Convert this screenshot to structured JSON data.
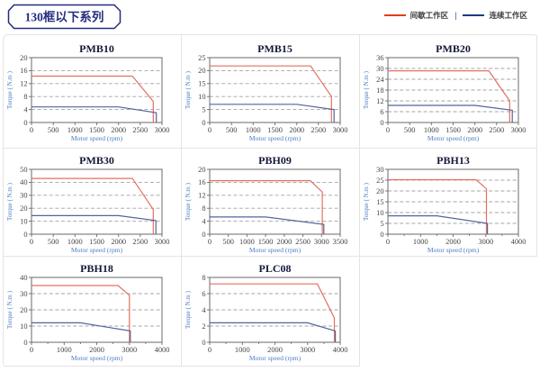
{
  "page": {
    "badge": "130框以下系列"
  },
  "legend": {
    "items": [
      {
        "label": "间歇工作区",
        "color": "#e23c17"
      },
      {
        "label": "连续工作区",
        "color": "#1d3a83"
      }
    ],
    "separator": "|"
  },
  "colors": {
    "red_curve": "#e3705e",
    "blue_curve": "#55639c",
    "grid_line": "#a5a5a5",
    "plot_border": "#6a6a6a",
    "title": "#14183a",
    "tick_text": "#444444",
    "axis_label": "#4d7cc2",
    "badge": "#232d7e",
    "cell_border": "#e4e4e4"
  },
  "chart_data": [
    {
      "name": "PMB10",
      "type": "line",
      "xlabel": "Motor speed (rpm)",
      "ylabel": "Torque ( N.m )",
      "xlim": [
        0,
        3000
      ],
      "xtick": 500,
      "ylim": [
        0,
        20
      ],
      "ytick": 4,
      "series": [
        {
          "name": "间歇工作区",
          "color_key": "red_curve",
          "points": [
            [
              0,
              14.3
            ],
            [
              2320,
              14.3
            ],
            [
              2800,
              6.5
            ],
            [
              2800,
              0
            ]
          ]
        },
        {
          "name": "连续工作区",
          "color_key": "blue_curve",
          "points": [
            [
              0,
              4.8
            ],
            [
              2000,
              4.8
            ],
            [
              2870,
              3.0
            ],
            [
              2870,
              0
            ]
          ]
        }
      ]
    },
    {
      "name": "PMB15",
      "type": "line",
      "xlabel": "Motor speed (rpm)",
      "ylabel": "Torque ( N.m )",
      "xlim": [
        0,
        3000
      ],
      "xtick": 500,
      "ylim": [
        0,
        25
      ],
      "ytick": 5,
      "series": [
        {
          "name": "间歇工作区",
          "color_key": "red_curve",
          "points": [
            [
              0,
              21.8
            ],
            [
              2320,
              21.8
            ],
            [
              2800,
              10
            ],
            [
              2800,
              0
            ]
          ]
        },
        {
          "name": "连续工作区",
          "color_key": "blue_curve",
          "points": [
            [
              0,
              7
            ],
            [
              2000,
              7
            ],
            [
              2860,
              5
            ],
            [
              2860,
              0
            ]
          ]
        }
      ]
    },
    {
      "name": "PMB20",
      "type": "line",
      "xlabel": "Motor speed (rpm)",
      "ylabel": "Torque ( N.m )",
      "xlim": [
        0,
        3000
      ],
      "xtick": 500,
      "ylim": [
        0,
        36
      ],
      "ytick": 6,
      "series": [
        {
          "name": "间歇工作区",
          "color_key": "red_curve",
          "points": [
            [
              0,
              28.7
            ],
            [
              2320,
              28.7
            ],
            [
              2800,
              12
            ],
            [
              2800,
              0
            ]
          ]
        },
        {
          "name": "连续工作区",
          "color_key": "blue_curve",
          "points": [
            [
              0,
              9.5
            ],
            [
              2000,
              9.5
            ],
            [
              2860,
              6.8
            ],
            [
              2860,
              0
            ]
          ]
        }
      ]
    },
    {
      "name": "PMB30",
      "type": "line",
      "xlabel": "Motor speed (rpm)",
      "ylabel": "Torque ( N.m )",
      "xlim": [
        0,
        3000
      ],
      "xtick": 500,
      "ylim": [
        0,
        50
      ],
      "ytick": 10,
      "series": [
        {
          "name": "间歇工作区",
          "color_key": "red_curve",
          "points": [
            [
              0,
              43
            ],
            [
              2320,
              43
            ],
            [
              2800,
              19
            ],
            [
              2800,
              0
            ]
          ]
        },
        {
          "name": "连续工作区",
          "color_key": "blue_curve",
          "points": [
            [
              0,
              14.3
            ],
            [
              2000,
              14.3
            ],
            [
              2860,
              10.5
            ],
            [
              2860,
              0
            ]
          ]
        }
      ]
    },
    {
      "name": "PBH09",
      "type": "line",
      "xlabel": "Motor speed (rpm)",
      "ylabel": "Torque ( N.m )",
      "xlim": [
        0,
        3500
      ],
      "xtick": 500,
      "ylim": [
        0,
        20
      ],
      "ytick": 4,
      "series": [
        {
          "name": "间歇工作区",
          "color_key": "red_curve",
          "points": [
            [
              0,
              16.5
            ],
            [
              2700,
              16.5
            ],
            [
              3020,
              13
            ],
            [
              3020,
              0
            ]
          ]
        },
        {
          "name": "连续工作区",
          "color_key": "blue_curve",
          "points": [
            [
              0,
              5.3
            ],
            [
              1500,
              5.3
            ],
            [
              3060,
              3
            ],
            [
              3060,
              0
            ]
          ]
        }
      ]
    },
    {
      "name": "PBH13",
      "type": "line",
      "xlabel": "Motor speed (rpm)",
      "ylabel": "Torque ( N.m )",
      "xlim": [
        0,
        4000
      ],
      "xtick": 1000,
      "ylim": [
        0,
        30
      ],
      "ytick": 5,
      "series": [
        {
          "name": "间歇工作区",
          "color_key": "red_curve",
          "points": [
            [
              0,
              25.2
            ],
            [
              2700,
              25.2
            ],
            [
              3020,
              21
            ],
            [
              3020,
              0
            ]
          ]
        },
        {
          "name": "连续工作区",
          "color_key": "blue_curve",
          "points": [
            [
              0,
              8.5
            ],
            [
              1500,
              8.5
            ],
            [
              3050,
              5
            ],
            [
              3050,
              0
            ]
          ]
        }
      ]
    },
    {
      "name": "PBH18",
      "type": "line",
      "xlabel": "Motor speed (rpm)",
      "ylabel": "Torque ( N.m )",
      "xlim": [
        0,
        4000
      ],
      "xtick": 1000,
      "ylim": [
        0,
        40
      ],
      "ytick": 10,
      "series": [
        {
          "name": "间歇工作区",
          "color_key": "red_curve",
          "points": [
            [
              0,
              35
            ],
            [
              2650,
              35
            ],
            [
              3000,
              29
            ],
            [
              3000,
              0
            ]
          ]
        },
        {
          "name": "连续工作区",
          "color_key": "blue_curve",
          "points": [
            [
              0,
              12
            ],
            [
              1500,
              12
            ],
            [
              3030,
              7
            ],
            [
              3030,
              0
            ]
          ]
        }
      ]
    },
    {
      "name": "PLC08",
      "type": "line",
      "xlabel": "Motor speed (rpm)",
      "ylabel": "Torque ( N.m )",
      "xlim": [
        0,
        4000
      ],
      "xtick": 1000,
      "ylim": [
        0,
        8
      ],
      "ytick": 2,
      "series": [
        {
          "name": "间歇工作区",
          "color_key": "red_curve",
          "points": [
            [
              0,
              7.2
            ],
            [
              3300,
              7.2
            ],
            [
              3820,
              3
            ],
            [
              3820,
              0
            ]
          ]
        },
        {
          "name": "连续工作区",
          "color_key": "blue_curve",
          "points": [
            [
              0,
              2.4
            ],
            [
              3000,
              2.4
            ],
            [
              3850,
              1.4
            ],
            [
              3850,
              0
            ]
          ]
        }
      ]
    }
  ]
}
